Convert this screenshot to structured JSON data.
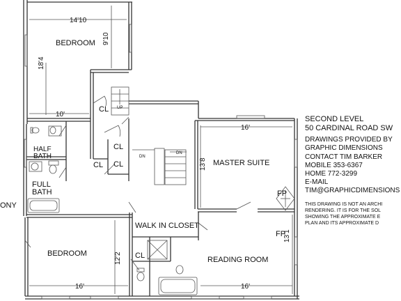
{
  "rooms": {
    "bedroom_top": "BEDROOM",
    "bedroom_bottom": "BEDROOM",
    "master_suite": "MASTER SUITE",
    "reading_room": "READING ROOM",
    "walk_in_closet": "WALK IN CLOSET",
    "half_bath_1": "HALF",
    "half_bath_2": "BATH",
    "full_bath_1": "FULL",
    "full_bath_2": "BATH",
    "closet_1": "CL",
    "closet_2": "CL",
    "closet_3": "CL",
    "closet_4": "CL",
    "closet_5": "CL",
    "fireplace_1": "FP",
    "fireplace_2": "FP",
    "balcony": "ONY"
  },
  "dimensions": {
    "bed_top_width": "14'10",
    "bed_top_depth": "9'10",
    "bed_top_left": "18'4",
    "hall_width": "10'",
    "master_width": "16'",
    "master_depth": "13'8",
    "bed_bottom_depth": "12'2",
    "bed_bottom_width": "16'",
    "reading_depth": "13'1",
    "reading_width": "16'"
  },
  "stairs": {
    "up": "UP",
    "dn_1": "DN",
    "dn_2": "DN"
  },
  "info": {
    "title_1": "SECOND LEVEL",
    "title_2": "50 CARDINAL ROAD SW",
    "provided_1": "DRAWINGS PROVIDED BY",
    "provided_2": "GRAPHIC DIMENSIONS",
    "contact": "CONTACT TIM BARKER",
    "mobile": "MOBILE 353-6367",
    "home": "HOME  772-3299",
    "email_label": "E-MAIL",
    "email": "TIM@GRAPHICDIMENSIONS",
    "disclaimer_1": "THIS DRAWING IS NOT AN ARCHI",
    "disclaimer_2": "RENDERING. IT IS FOR THE SOL",
    "disclaimer_3": "SHOWING THE APPROXIMATE E",
    "disclaimer_4": "PLAN AND ITS APPROXIMATE  D"
  }
}
